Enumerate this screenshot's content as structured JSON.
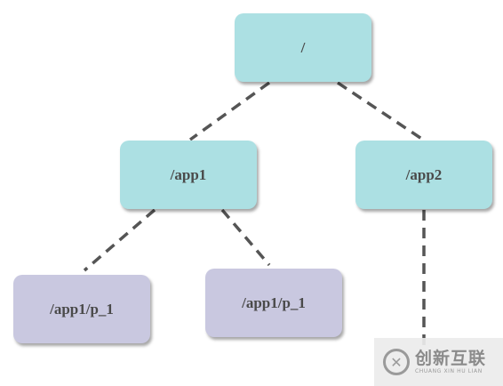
{
  "diagram": {
    "nodes": {
      "root": "/",
      "app1": "/app1",
      "app2": "/app2",
      "app1_child_1": "/app1/p_1",
      "app1_child_2": "/app1/p_1"
    },
    "edges": [
      {
        "from": "root",
        "to": "app1"
      },
      {
        "from": "root",
        "to": "app2"
      },
      {
        "from": "app1",
        "to": "app1_child_1"
      },
      {
        "from": "app1",
        "to": "app1_child_2"
      },
      {
        "from": "app2",
        "to": null
      }
    ],
    "colors": {
      "app_node": "#ace0e3",
      "leaf_node": "#c9c8e0",
      "edge": "#555555",
      "text": "#4a4a4a"
    }
  },
  "watermark": {
    "brand": "创新互联",
    "sub": "CHUANG XIN HU LIAN"
  }
}
